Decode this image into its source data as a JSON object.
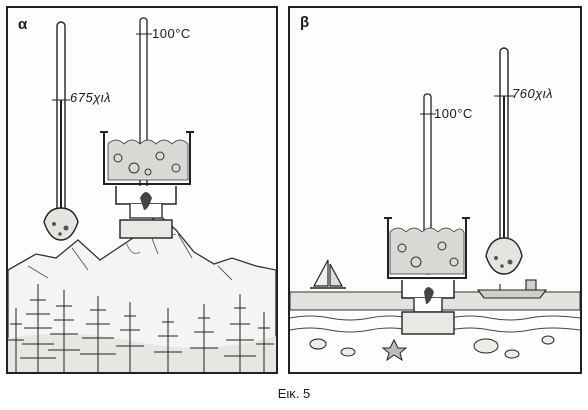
{
  "panels": [
    {
      "letter": "α",
      "label_reading": "675χιλ",
      "label_temp": "100°C",
      "sub_label": ""
    },
    {
      "letter": "β",
      "label_reading": "760χιλ",
      "label_temp": "100°C",
      "sub_label": ""
    }
  ],
  "caption": "Εικ. 5"
}
